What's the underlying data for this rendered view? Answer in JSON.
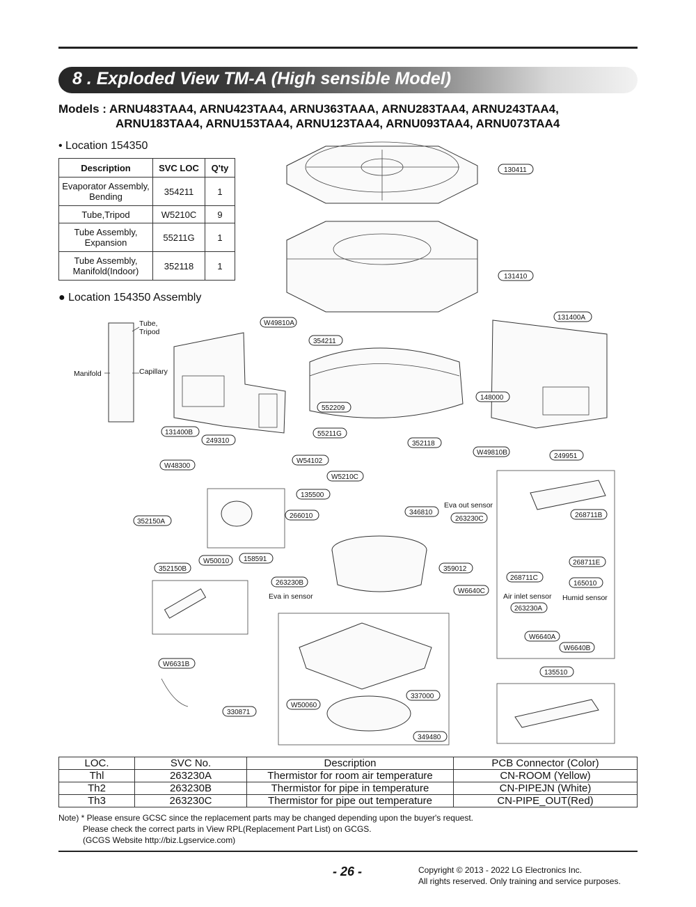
{
  "section_title": "8 . Exploded View TM-A (High sensible Model)",
  "models": {
    "line1": "Models : ARNU483TAA4,  ARNU423TAA4,  ARNU363TAAA,  ARNU283TAA4,  ARNU243TAA4,",
    "line2": "ARNU183TAA4, ARNU153TAA4, ARNU123TAA4, ARNU093TAA4, ARNU073TAA4"
  },
  "location_heading": "• Location 154350",
  "location_table": {
    "headers": [
      "Description",
      "SVC LOC",
      "Q'ty"
    ],
    "rows": [
      {
        "desc1": "Evaporator Assembly,",
        "desc2": "Bending",
        "loc": "354211",
        "qty": "1"
      },
      {
        "desc1": "Tube,Tripod",
        "desc2": "",
        "loc": "W5210C",
        "qty": "9"
      },
      {
        "desc1": "Tube Assembly,",
        "desc2": "Expansion",
        "loc": "55211G",
        "qty": "1"
      },
      {
        "desc1": "Tube Assembly,",
        "desc2": "Manifold(Indoor)",
        "loc": "352118",
        "qty": "1"
      }
    ]
  },
  "assembly_heading": "● Location 154350 Assembly",
  "diagram": {
    "callouts": [
      "130411",
      "131410",
      "131400A",
      "W49810A",
      "354211",
      "131400B",
      "249310",
      "W48300",
      "552209",
      "55211G",
      "352118",
      "148000",
      "W49810B",
      "249951",
      "W54102",
      "W5210C",
      "352150A",
      "135500",
      "266010",
      "346810",
      "263230C",
      "268711B",
      "352150B",
      "W50010",
      "158591",
      "263230B",
      "359012",
      "268711E",
      "268711C",
      "165010",
      "W6640C",
      "263230A",
      "W6640A",
      "W6640B",
      "W6631B",
      "135510",
      "337000",
      "W50060",
      "330871",
      "349480"
    ],
    "labels": {
      "tube_tripod_1": "Tube,",
      "tube_tripod_2": "Tripod",
      "manifold": "Manifold",
      "capillary": "Capillary",
      "eva_out_sensor": "Eva out sensor",
      "eva_in_sensor": "Eva in sensor",
      "air_inlet_sensor": "Air inlet sensor",
      "humid_sensor": "Humid sensor"
    }
  },
  "thermistor_table": {
    "headers": [
      "LOC.",
      "SVC No.",
      "Description",
      "PCB Connector (Color)"
    ],
    "rows": [
      [
        "Thl",
        "263230A",
        "Thermistor for room air temperature",
        "CN-ROOM (Yellow)"
      ],
      [
        "Th2",
        "263230B",
        "Thermistor for pipe in temperature",
        "CN-PIPEJN (White)"
      ],
      [
        "Th3",
        "263230C",
        "Thermistor for pipe out temperature",
        "CN-PIPE_OUT(Red)"
      ]
    ]
  },
  "note": {
    "line1": "Note) * Please ensure GCSC since the replacement parts may be changed depending upon the buyer's request.",
    "line2": "Please check the correct parts in View RPL(Replacement Part List) on GCGS.",
    "line3": "(GCGS Website http://biz.Lgservice.com)"
  },
  "page_number": "- 26 -",
  "copyright": {
    "line1": "Copyright © 2013 - 2022 LG Electronics Inc.",
    "line2": "All rights reserved. Only training and service purposes."
  }
}
